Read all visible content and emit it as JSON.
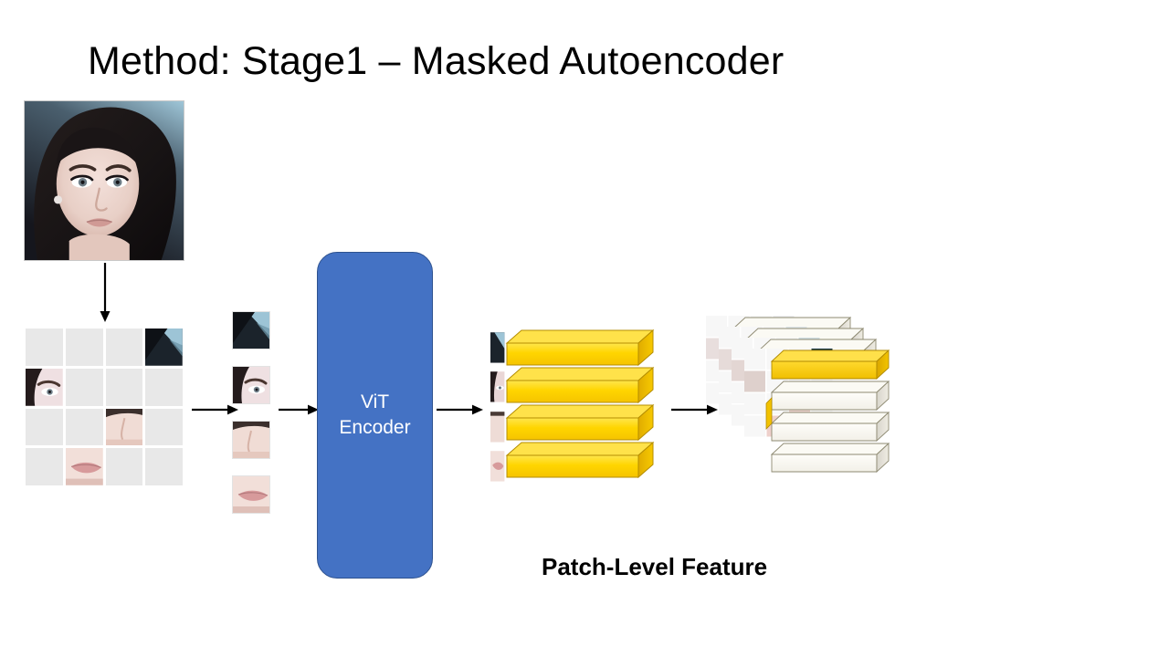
{
  "slide": {
    "title": "Method: Stage1 – Masked Autoencoder",
    "background_color": "#ffffff"
  },
  "source_image": {
    "name": "face-photo",
    "alt": "Portrait photograph of a woman's face"
  },
  "masked_grid": {
    "rows": 4,
    "cols": 4,
    "mask_color": "#e8e8e8",
    "visible_cells": [
      {
        "row": 0,
        "col": 3,
        "content": "hair-sky-patch"
      },
      {
        "row": 1,
        "col": 0,
        "content": "eye-patch"
      },
      {
        "row": 2,
        "col": 2,
        "content": "cheek-nose-patch"
      },
      {
        "row": 3,
        "col": 1,
        "content": "lips-patch"
      }
    ]
  },
  "patch_column": {
    "patches": [
      {
        "label": "hair-sky-patch"
      },
      {
        "label": "eye-patch"
      },
      {
        "label": "cheek-nose-patch"
      },
      {
        "label": "lips-patch"
      }
    ]
  },
  "encoder": {
    "label": "ViT\nEncoder",
    "fill_color": "#4472c4",
    "text_color": "#ffffff"
  },
  "feature_stack": {
    "bar_count": 4,
    "bar_color": "#ffd400",
    "caption": "Patch-Level Feature"
  },
  "layer_cube": {
    "layer_count": 4,
    "bar_count": 4,
    "highlight_color": "#ffcc00",
    "plain_color": "#f7f5ee"
  },
  "arrows": [
    {
      "name": "arrow-photo-to-grid",
      "direction": "down"
    },
    {
      "name": "arrow-grid-to-patches",
      "direction": "right"
    },
    {
      "name": "arrow-patches-to-encoder",
      "direction": "right"
    },
    {
      "name": "arrow-encoder-to-features",
      "direction": "right"
    },
    {
      "name": "arrow-features-to-cube",
      "direction": "right"
    }
  ]
}
